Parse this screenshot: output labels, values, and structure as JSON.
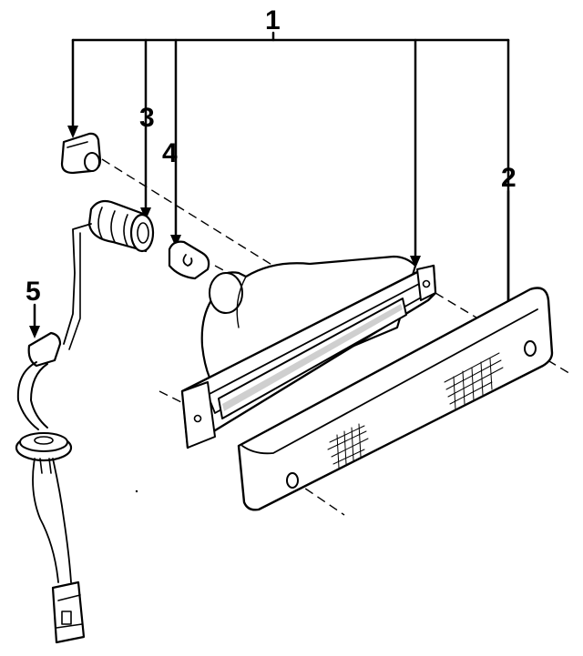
{
  "callouts": {
    "c1": "1",
    "c2": "2",
    "c3": "3",
    "c4": "4",
    "c5": "5"
  },
  "colors": {
    "line": "#000000",
    "background": "#ffffff",
    "shade": "#cfcfcf"
  }
}
